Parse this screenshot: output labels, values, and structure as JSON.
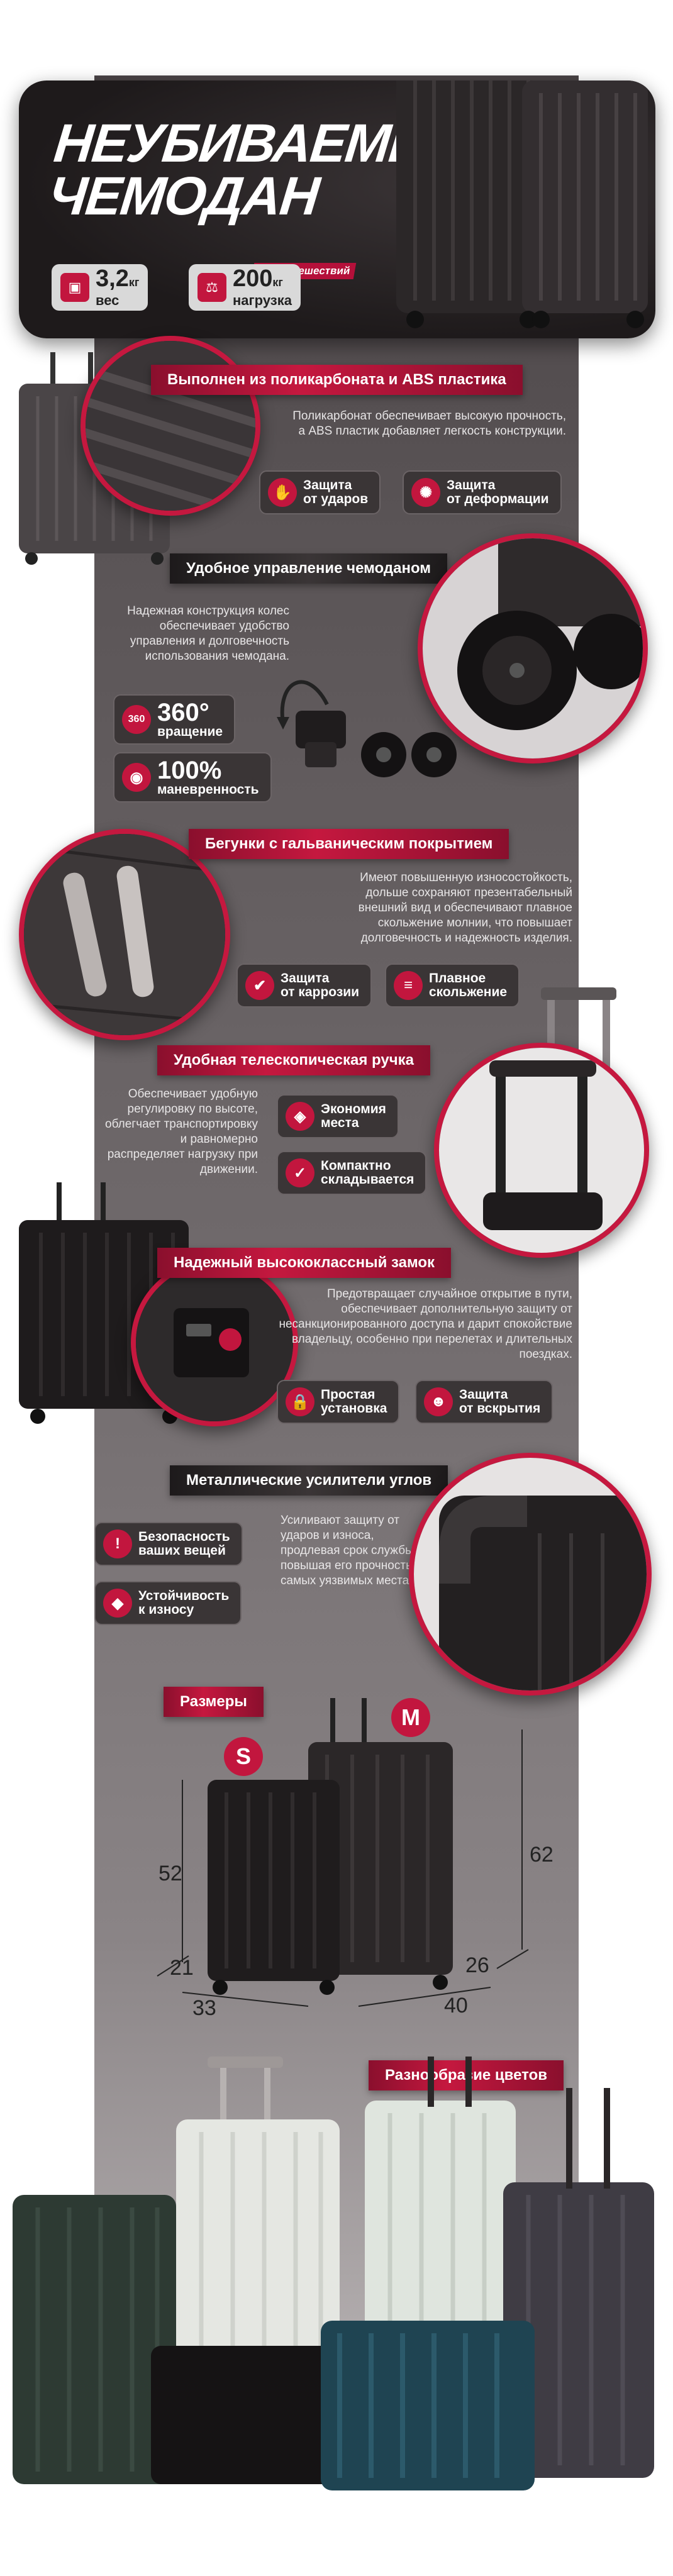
{
  "hero": {
    "title_line1": "НЕУБИВАЕМЫЙ",
    "title_line2": "ЧЕМОДАН",
    "subtitle": "для путешествий",
    "stats": [
      {
        "value": "3,2",
        "unit": "кг",
        "label": "вес",
        "icon": "weight-icon"
      },
      {
        "value": "200",
        "unit": "кг",
        "label": "нагрузка",
        "icon": "scale-icon"
      }
    ]
  },
  "sections": {
    "material": {
      "title": "Выполнен из поликарбоната и ABS пластика",
      "text": "Поликарбонат обеспечивает высокую прочность, а ABS пластик добавляет легкость конструкции.",
      "badges": [
        {
          "label_line1": "Защита",
          "label_line2": "от ударов",
          "icon": "shield-hand-icon"
        },
        {
          "label_line1": "Защита",
          "label_line2": "от деформации",
          "icon": "crack-icon"
        }
      ]
    },
    "wheels": {
      "title": "Удобное управление чемоданом",
      "text": "Надежная конструкция колес обеспечивает удобство управления и долговечность использования чемодана.",
      "badges": [
        {
          "big": "360°",
          "small": "вращение",
          "icon_text": "360"
        },
        {
          "big": "100%",
          "small": "маневренность",
          "icon": "tire-icon"
        }
      ]
    },
    "zippers": {
      "title": "Бегунки с гальваническим покрытием",
      "text": "Имеют повышенную износостойкость, дольше сохраняют презентабельный внешний вид и обеспечивают плавное скольжение молнии, что повышает долговечность и надежность изделия.",
      "badges": [
        {
          "label_line1": "Защита",
          "label_line2": "от каррозии",
          "icon": "shield-check-icon"
        },
        {
          "label_line1": "Плавное",
          "label_line2": "скольжение",
          "icon": "zipper-icon"
        }
      ]
    },
    "handle": {
      "title": "Удобная телескопическая ручка",
      "text": "Обеспечивает удобную регулировку по высоте, облегчает транспортировку и равномерно распределяет нагрузку при движении.",
      "badges": [
        {
          "label_line1": "Экономия",
          "label_line2": "места",
          "icon": "layers-icon"
        },
        {
          "label_line1": "Компактно",
          "label_line2": "складывается",
          "icon": "check-circle-icon"
        }
      ]
    },
    "lock": {
      "title": "Надежный высококлассный замок",
      "text": "Предотвращает случайное открытие в пути, обеспечивает дополнительную защиту от несанкционированного доступа и дарит спокойствие владельцу, особенно при перелетах и длительных поездках.",
      "badges": [
        {
          "label_line1": "Простая",
          "label_line2": "установка",
          "icon": "lock-icon"
        },
        {
          "label_line1": "Защита",
          "label_line2": "от вскрытия",
          "icon": "thief-icon"
        }
      ]
    },
    "corners": {
      "title": "Металлические усилители углов",
      "text": "Усиливают защиту от ударов и износа, продлевая срок службы и повышая его прочность в самых уязвимых местах.",
      "badges": [
        {
          "label_line1": "Безопасность",
          "label_line2": "ваших вещей",
          "icon": "shield-alert-icon"
        },
        {
          "label_line1": "Устойчивость",
          "label_line2": "к износу",
          "icon": "diamond-icon"
        }
      ]
    },
    "sizes": {
      "title": "Размеры",
      "small_mark": "S",
      "medium_mark": "M",
      "s_height": "52",
      "s_depth": "21",
      "s_width": "33",
      "m_height": "62",
      "m_depth": "26",
      "m_width": "40"
    },
    "colors": {
      "title": "Разнообразие цветов"
    }
  },
  "colors": {
    "accent": "#c2163e",
    "dark": "#1e1a1b"
  }
}
